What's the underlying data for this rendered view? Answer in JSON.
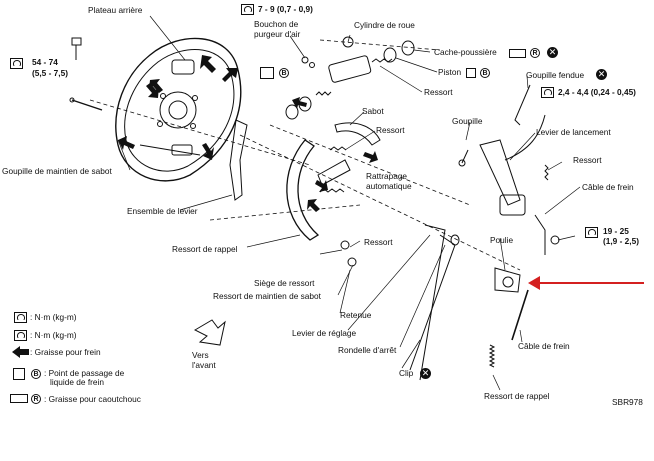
{
  "labels": {
    "plateau": "Plateau arrière",
    "torque_top": "7 - 9 (0,7 - 0,9)",
    "bouchon1": "Bouchon de",
    "bouchon2": "purgeur d'air",
    "cylindre": "Cylindre de roue",
    "cache": "Cache-poussière",
    "piston": "Piston",
    "ressort1": "Ressort",
    "goupille_fendue": "Goupille fendue",
    "torque_mid": "2,4 - 4,4 (0,24 - 0,45)",
    "sabot": "Sabot",
    "ressort2": "Ressort",
    "goupille": "Goupille",
    "levier_lancement": "Levier de lancement",
    "rattrapage1": "Rattrapage",
    "rattrapage2": "automatique",
    "ressort3": "Ressort",
    "cable1": "Câble de frein",
    "torque_left1": "54 - 74",
    "torque_left2": "(5,5 - 7,5)",
    "goupille_maintien": "Goupille de maintien de sabot",
    "ensemble_levier": "Ensemble de levier",
    "torque_right1": "19 - 25",
    "torque_right2": "(1,9 - 2,5)",
    "poulie": "Poulie",
    "ressort_rappel1": "Ressort de rappel",
    "ressort4": "Ressort",
    "siege": "Siège de ressort",
    "ressort_maintien": "Ressort de maintien de sabot",
    "retenue": "Retenue",
    "levier_reglage": "Levier de réglage",
    "rondelle": "Rondelle d'arrêt",
    "cable2": "Câble de frein",
    "clip": "Clip",
    "ressort_rappel2": "Ressort de rappel",
    "vers1": "Vers",
    "vers2": "l'avant",
    "ref": "SBR978"
  },
  "legend": {
    "nm1": ": N·m (kg-m)",
    "nm2": ": N·m (kg-m)",
    "graisse_frein": ": Graisse pour frein",
    "point1": ": Point de passage de",
    "point2": "liquide de frein",
    "graisse_caout": ": Graisse pour caoutchouc",
    "letter_b": "B",
    "letter_r": "R"
  },
  "colors": {
    "callout_arrow": "#d42020",
    "ink": "#111111"
  },
  "icons": [
    "torque-wrench-icon",
    "grease-arrow-icon",
    "brake-fluid-icon",
    "rubber-grease-icon",
    "do-not-reuse-icon"
  ]
}
